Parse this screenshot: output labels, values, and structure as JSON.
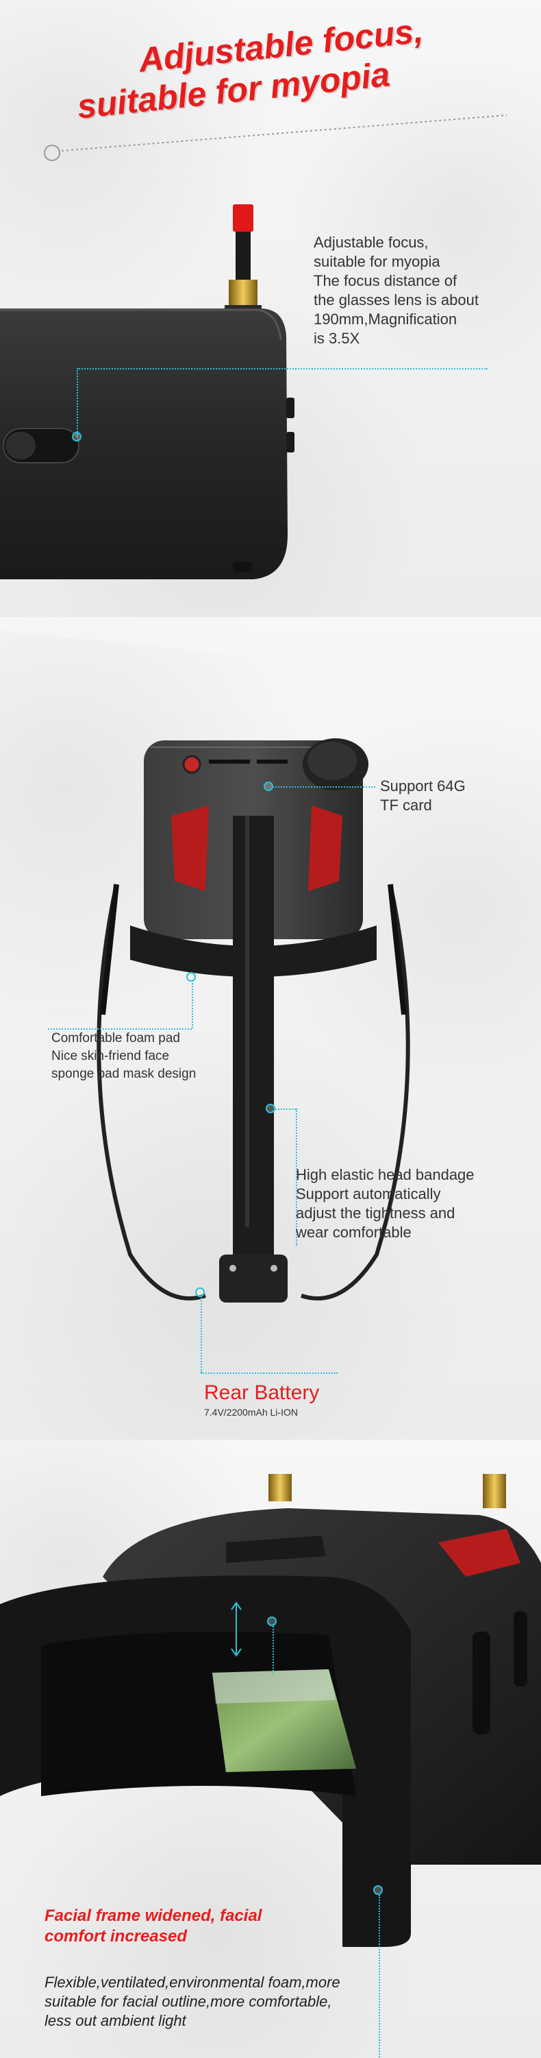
{
  "section1": {
    "headline_line1": "Adjustable focus,",
    "headline_line2": "suitable for myopia",
    "description": "Adjustable focus,\nsuitable for myopia\nThe focus distance of\nthe glasses lens is about\n190mm,Magnification\n is 3.5X"
  },
  "section2": {
    "tf_label": "Support 64G\nTF card",
    "foam_label": "Comfortable foam pad\nNice skin-friend face\nsponge pad mask design",
    "bandage_label": "High elastic head bandage\nSupport automatically\nadjust the tightness and\nwear comfortable",
    "battery_title": "Rear Battery",
    "battery_spec": "7.4V/2200mAh Li-ION"
  },
  "section3": {
    "feature_title": "Facial frame widened, facial\ncomfort increased",
    "feature_desc": "Flexible,ventilated,environmental foam,more\nsuitable for facial outline,more comfortable,\nless out ambient light"
  },
  "colors": {
    "accent_red": "#e61d1d",
    "callout_cyan": "#2bc0d8",
    "device_dark": "#2a2a2a"
  }
}
